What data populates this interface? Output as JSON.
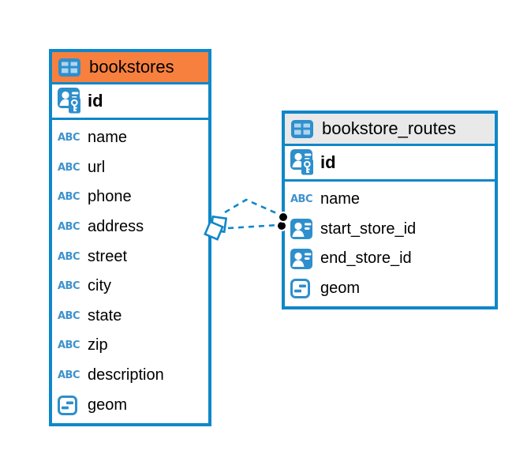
{
  "app": {
    "view": "entity-relationship-diagram"
  },
  "icons": {
    "text_type_label": "ABC",
    "table_icon": "table-grid",
    "primary_key_icon": "person-with-key",
    "reference_icon": "person-card",
    "geometry_icon": "square-with-dashes"
  },
  "colors": {
    "table_border": "#0F87C9",
    "bookstores_header": "#F7803F",
    "bookstore_routes_header": "#E9E9E9",
    "icon_blue": "#2E8FCC",
    "icon_cell_light_blue": "#AFD4EF",
    "abc_text_blue": "#3E92CD",
    "connector_line": "#0F87C9",
    "connector_dot": "#000000",
    "text": "#000000",
    "background": "#FFFFFF"
  },
  "tables": [
    {
      "title": "bookstores",
      "primary_key": {
        "name": "id",
        "type": "primary-key"
      },
      "columns": [
        {
          "name": "name",
          "type": "text"
        },
        {
          "name": "url",
          "type": "text"
        },
        {
          "name": "phone",
          "type": "text"
        },
        {
          "name": "address",
          "type": "text"
        },
        {
          "name": "street",
          "type": "text"
        },
        {
          "name": "city",
          "type": "text"
        },
        {
          "name": "state",
          "type": "text"
        },
        {
          "name": "zip",
          "type": "text"
        },
        {
          "name": "description",
          "type": "text"
        },
        {
          "name": "geom",
          "type": "geometry"
        }
      ]
    },
    {
      "title": "bookstore_routes",
      "primary_key": {
        "name": "id",
        "type": "primary-key"
      },
      "columns": [
        {
          "name": "name",
          "type": "text"
        },
        {
          "name": "start_store_id",
          "type": "reference"
        },
        {
          "name": "end_store_id",
          "type": "reference"
        },
        {
          "name": "geom",
          "type": "geometry"
        }
      ]
    }
  ],
  "relationships": [
    {
      "from_table": "bookstore_routes",
      "to_table": "bookstores",
      "line_style": "dashed"
    },
    {
      "from_table": "bookstore_routes",
      "to_table": "bookstores",
      "line_style": "dashed"
    }
  ]
}
